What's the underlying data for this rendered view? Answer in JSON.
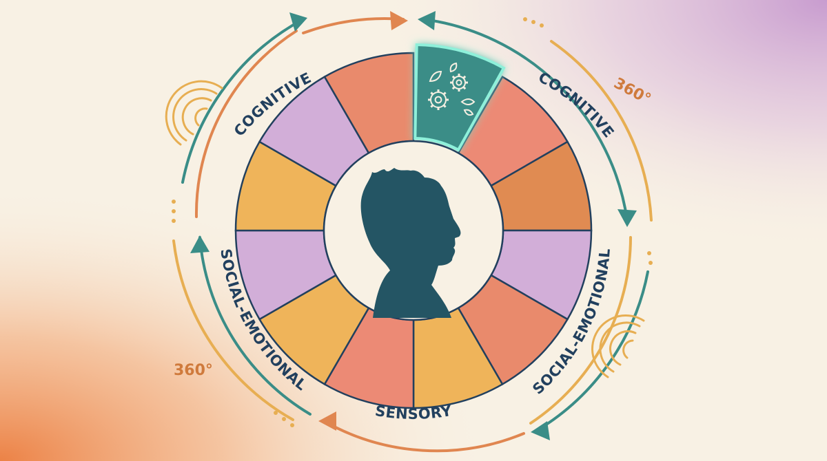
{
  "labels": {
    "cognitive_left": "COGNITIVE",
    "cognitive_right": "COGNITIVE",
    "social_left": "SOCIAL-EMOTIONAL",
    "social_right": "SOCIAL-EMOTIONAL",
    "sensory": "SENSORY",
    "degrees_right": "360°",
    "degrees_left": "360°"
  },
  "wheel": {
    "segment_count": 12,
    "highlighted_segment": 0,
    "highlighted_icon": "gears-leaves-icon",
    "segment_colors": [
      "#3a8d87",
      "#ec8a75",
      "#e08b52",
      "#d2aed8",
      "#e98a6c",
      "#efb45a",
      "#ec8a75",
      "#efb45a",
      "#d2aed8",
      "#efb45a",
      "#d2aed8",
      "#e98a6c"
    ],
    "center_icon": "child-profile-silhouette-icon"
  },
  "colors": {
    "background": "#f8f1e4",
    "teal": "#3a8d87",
    "orange": "#e08650",
    "gold": "#e7ae52",
    "outline": "#22405e",
    "silhouette": "#245564"
  }
}
